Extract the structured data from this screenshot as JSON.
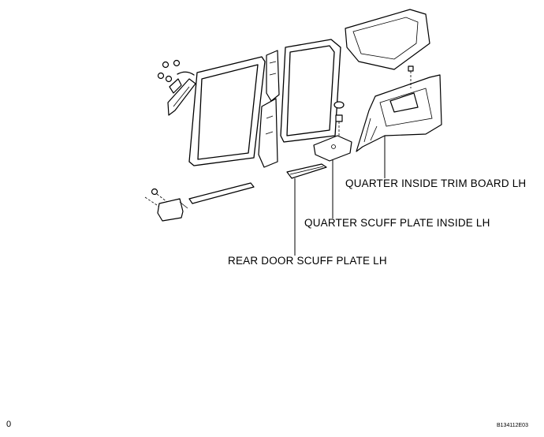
{
  "labels": {
    "quarter_inside_trim_board": "QUARTER INSIDE TRIM BOARD LH",
    "quarter_scuff_plate_inside": "QUARTER SCUFF PLATE INSIDE LH",
    "rear_door_scuff_plate": "REAR DOOR SCUFF PLATE LH"
  },
  "corner_mark": "0",
  "figure_code": "B134112E03"
}
